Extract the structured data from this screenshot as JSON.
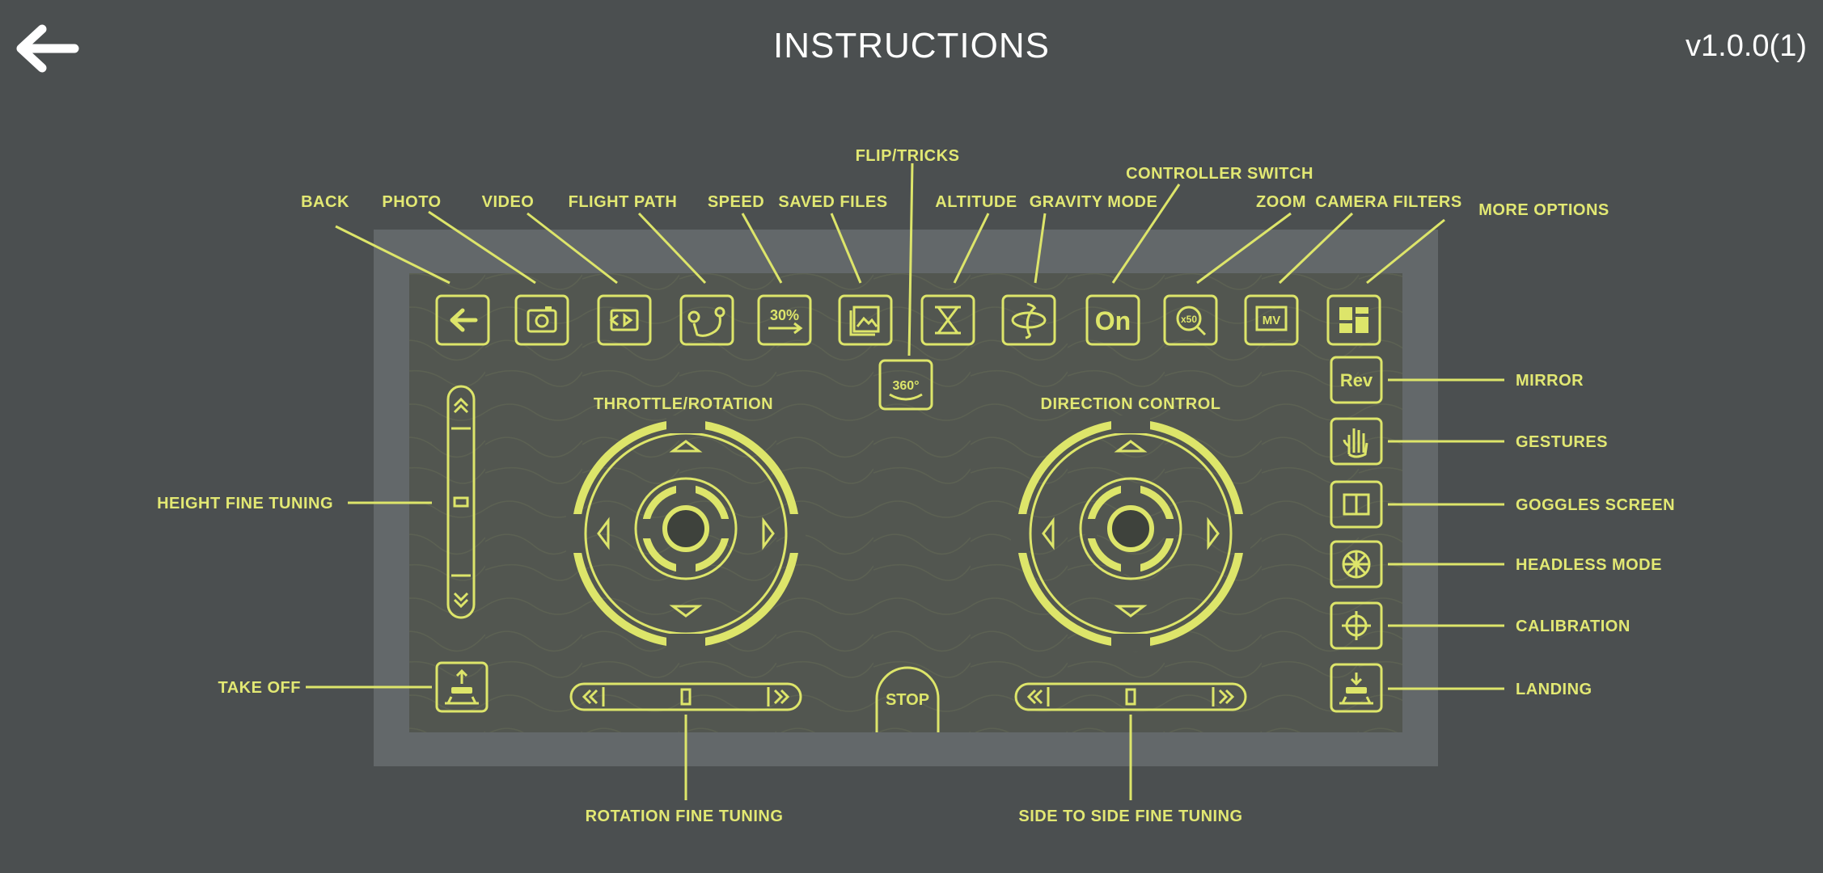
{
  "header": {
    "title": "INSTRUCTIONS",
    "version": "v1.0.0(1)"
  },
  "icons": {
    "back": "arrow-left-icon",
    "photo": "camera-icon",
    "video": "video-camera-icon",
    "flight_path": "route-icon",
    "speed": "speed-icon",
    "saved_files": "gallery-icon",
    "altitude": "hourglass-icon",
    "gravity_mode": "gravity-icon",
    "zoom": "zoom-icon",
    "camera_filters": "mv-filter-icon",
    "more_options": "grid-icon",
    "gestures": "hand-icon",
    "goggles_screen": "split-screen-icon",
    "headless_mode": "compass-icon",
    "calibration": "crosshair-icon",
    "take_off": "takeoff-icon",
    "landing": "landing-icon"
  },
  "labels": {
    "back": "BACK",
    "photo": "PHOTO",
    "video": "VIDEO",
    "flight_path": "FLIGHT PATH",
    "speed": "SPEED",
    "saved_files": "SAVED FILES",
    "flip_tricks": "FLIP/TRICKS",
    "altitude": "ALTITUDE",
    "gravity_mode": "GRAVITY MODE",
    "controller_switch": "CONTROLLER SWITCH",
    "zoom": "ZOOM",
    "camera_filters": "CAMERA FILTERS",
    "more_options": "MORE OPTIONS",
    "mirror": "MIRROR",
    "gestures": "GESTURES",
    "goggles_screen": "GOGGLES SCREEN",
    "headless_mode": "HEADLESS MODE",
    "calibration": "CALIBRATION",
    "landing": "LANDING",
    "height_fine_tuning": "HEIGHT FINE TUNING",
    "take_off": "TAKE OFF",
    "throttle_rotation": "THROTTLE/ROTATION",
    "direction_control": "DIRECTION CONTROL",
    "rotation_fine_tuning": "ROTATION FINE TUNING",
    "side_to_side_fine_tuning": "SIDE TO SIDE FINE TUNING"
  },
  "buttons": {
    "speed_value": "30%",
    "flip_value": "360°",
    "controller_switch_value": "On",
    "zoom_value": "x50",
    "camera_filters_value": "MV",
    "mirror_value": "Rev",
    "stop": "STOP"
  },
  "colors": {
    "background": "#4b4f50",
    "accent": "#dde56a",
    "frame": "#63686a",
    "screen": "#525650"
  }
}
